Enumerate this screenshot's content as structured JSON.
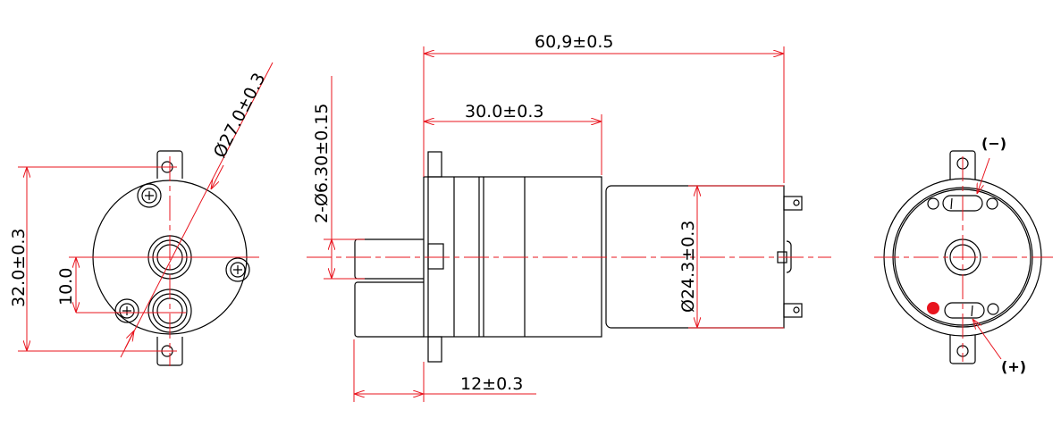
{
  "title": "Pump motor dimension drawing",
  "dimensions": {
    "left_diameter": "Ø27.0±0.3",
    "left_height": "32.0±0.3",
    "left_port_spacing": "10.0",
    "port_diameter": "2-Ø6.30±0.15",
    "overall_length": "60,9±0.5",
    "pump_length": "30.0±0.3",
    "port_length": "12±0.3",
    "motor_diameter": "Ø24.3±0.3"
  },
  "terminals": {
    "negative": "(−)",
    "positive": "(+)"
  },
  "colors": {
    "dimension": "#e8141e",
    "outline": "#000000",
    "marker": "#e8141e"
  }
}
